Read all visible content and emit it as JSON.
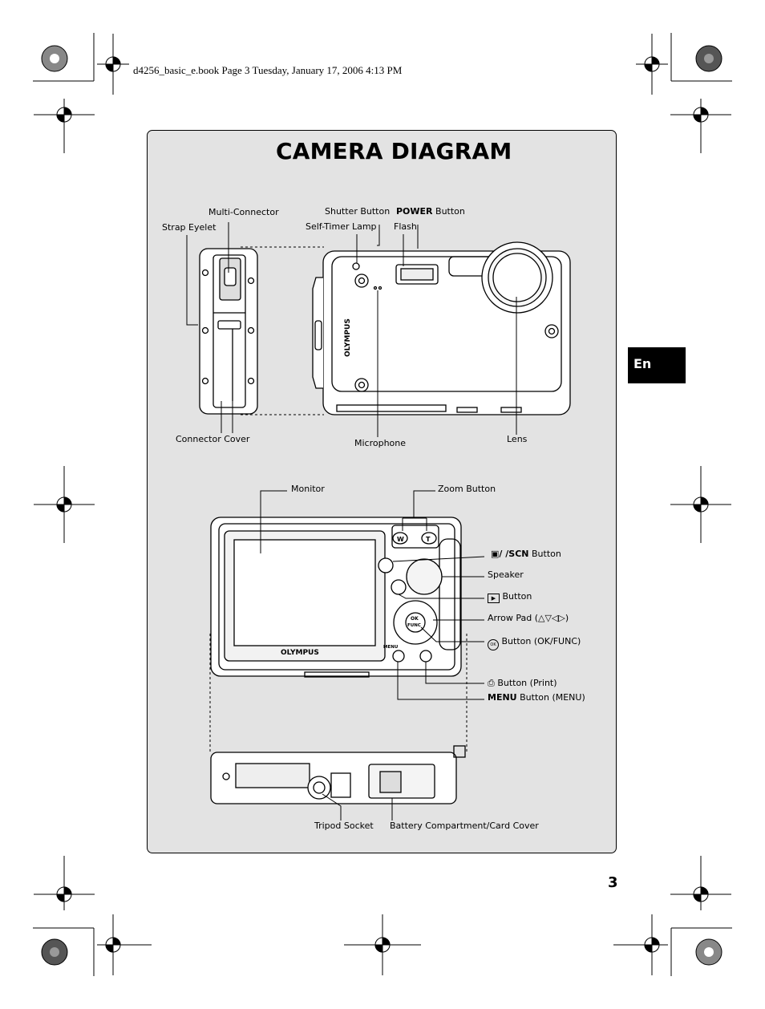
{
  "header": {
    "file_info": "d4256_basic_e.book  Page 3  Tuesday, January 17, 2006  4:13 PM"
  },
  "title": "CAMERA DIAGRAM",
  "language_tab": "En",
  "page_number": "3",
  "front_view": {
    "strap_eyelet": "Strap Eyelet",
    "multi_connector": "Multi-Connector",
    "shutter_button": "Shutter Button",
    "power_prefix": "POWER",
    "power_suffix": "Button",
    "self_timer_lamp": "Self-Timer Lamp",
    "flash": "Flash",
    "connector_cover": "Connector Cover",
    "microphone": "Microphone",
    "lens": "Lens",
    "brand": "OLYMPUS"
  },
  "back_view": {
    "monitor": "Monitor",
    "zoom_button": "Zoom Button",
    "shooting_button_icons": "/      /SCN",
    "shooting_button_suffix": "Button",
    "speaker": "Speaker",
    "playback_button_suffix": "Button",
    "arrow_pad": "Arrow Pad (",
    "arrow_pad_close": ")",
    "ok_func_button": "Button (OK/FUNC)",
    "print_button": "Button (Print)",
    "menu_prefix": "MENU",
    "menu_suffix": "Button (MENU)",
    "brand": "OLYMPUS",
    "zoom_w": "W",
    "zoom_t": "T",
    "ok_label": "OK",
    "func_label": "FUNC",
    "menu_small": "MENU"
  },
  "bottom_view": {
    "tripod_socket": "Tripod Socket",
    "battery_cover": "Battery Compartment/Card Cover"
  }
}
